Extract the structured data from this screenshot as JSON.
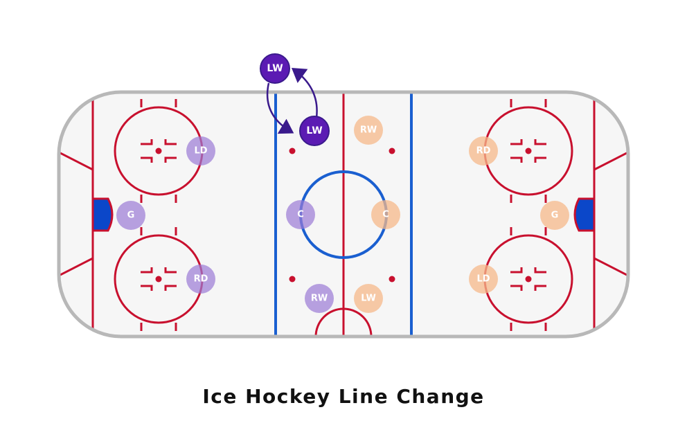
{
  "title": "Ice Hockey Line Change",
  "colors": {
    "rink_board": "#b8b8b8",
    "ice": "#f6f6f6",
    "red_line": "#c8102e",
    "blue_line": "#1a5fd0",
    "goal_crease": "#0b47c9",
    "team_active": "#5b1bb3",
    "team_purple_faded": "#b8a0e0",
    "team_orange_faded": "#f7c6a3"
  },
  "players": {
    "lw_bench": "LW",
    "lw_ice": "LW",
    "purple_ld": "LD",
    "purple_g": "G",
    "purple_rd": "RD",
    "purple_c": "C",
    "purple_rw": "RW",
    "orange_rw": "RW",
    "orange_c": "C",
    "orange_lw": "LW",
    "orange_rd": "RD",
    "orange_g": "G",
    "orange_ld": "LD"
  }
}
